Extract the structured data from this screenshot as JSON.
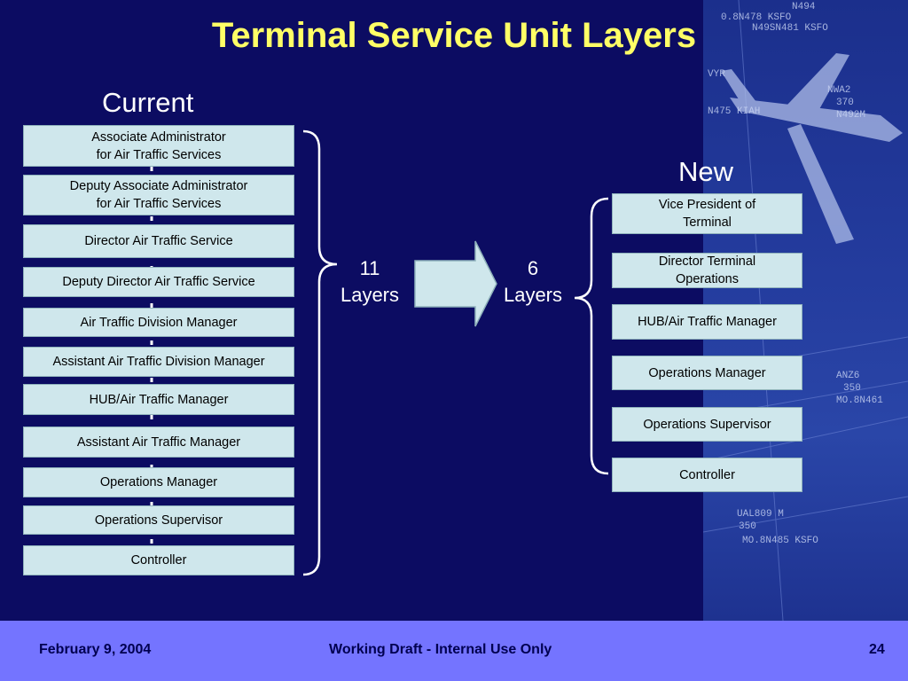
{
  "title": "Terminal Service Unit Layers",
  "current": {
    "heading": "Current",
    "boxes": [
      "Associate Administrator\nfor Air Traffic Services",
      "Deputy Associate Administrator\nfor Air Traffic Services",
      "Director Air Traffic Service",
      "Deputy Director Air Traffic Service",
      "Air Traffic Division Manager",
      "Assistant Air Traffic Division Manager",
      "HUB/Air Traffic Manager",
      "Assistant Air Traffic Manager",
      "Operations Manager",
      "Operations Supervisor",
      "Controller"
    ],
    "layers_label": "11\nLayers"
  },
  "new": {
    "heading": "New",
    "boxes": [
      "Vice President of\nTerminal",
      "Director Terminal\nOperations",
      "HUB/Air Traffic Manager",
      "Operations Manager",
      "Operations Supervisor",
      "Controller"
    ],
    "layers_label": "6\nLayers"
  },
  "photo": {
    "labels": [
      "N494",
      "0.8N478 KSFO",
      "N49SN481 KSFO",
      "VYR",
      "NWA2",
      "370",
      "N492M",
      "N475 KIAH",
      "ANZ6",
      "350",
      "MO.8N461",
      "UAL809 M",
      "350",
      "MO.8N485 KSFO"
    ]
  },
  "footer": {
    "date": "February 9, 2004",
    "center": "Working Draft -  Internal Use Only",
    "page": "24"
  },
  "colors": {
    "background": "#0c0c62",
    "title": "#ffff66",
    "box_fill": "#cfe7ec",
    "footer": "#7474ff",
    "footer_text": "#000050"
  }
}
